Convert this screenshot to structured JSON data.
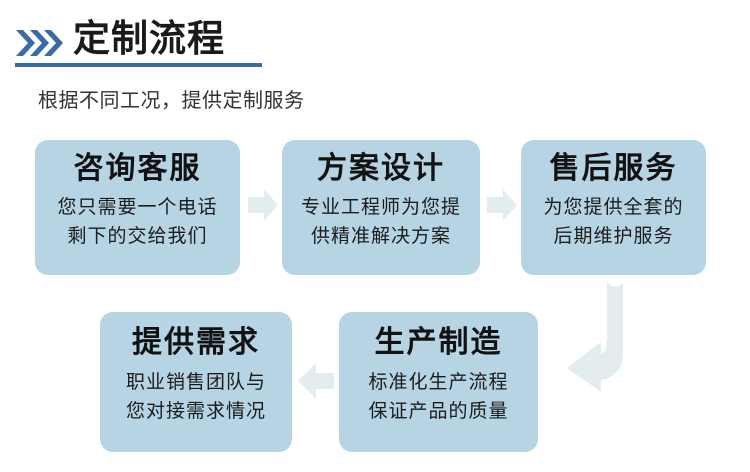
{
  "header": {
    "chevron_icon": "triple-chevron-right-icon",
    "title": "定制流程",
    "subtitle": "根据不同工况，提供定制服务",
    "accent_color": "#3a6ba5",
    "title_color": "#1a1a1a",
    "rule_color": "#3a6ba5"
  },
  "theme": {
    "card_fill": "#b6d4e3",
    "arrow_fill": "#e3edf0",
    "page_background": "#ffffff",
    "body_text_color": "#1c1c1c"
  },
  "flow": {
    "top_row": [
      {
        "title": "咨询客服",
        "line1": "您只需要一个电话",
        "line2": "剩下的交给我们"
      },
      {
        "title": "方案设计",
        "line1": "专业工程师为您提",
        "line2": "供精准解决方案"
      },
      {
        "title": "售后服务",
        "line1": "为您提供全套的",
        "line2": "后期维护服务"
      }
    ],
    "bottom_row": [
      {
        "title": "提供需求",
        "line1": "职业销售团队与",
        "line2": "您对接需求情况"
      },
      {
        "title": "生产制造",
        "line1": "标准化生产流程",
        "line2": "保证产品的质量"
      }
    ],
    "connectors": [
      {
        "name": "arrow-consult-to-design",
        "direction": "right"
      },
      {
        "name": "arrow-design-to-aftersales",
        "direction": "right"
      },
      {
        "name": "elbow-aftersales-to-produce",
        "direction": "down-left"
      },
      {
        "name": "arrow-produce-to-demand",
        "direction": "left"
      }
    ]
  }
}
